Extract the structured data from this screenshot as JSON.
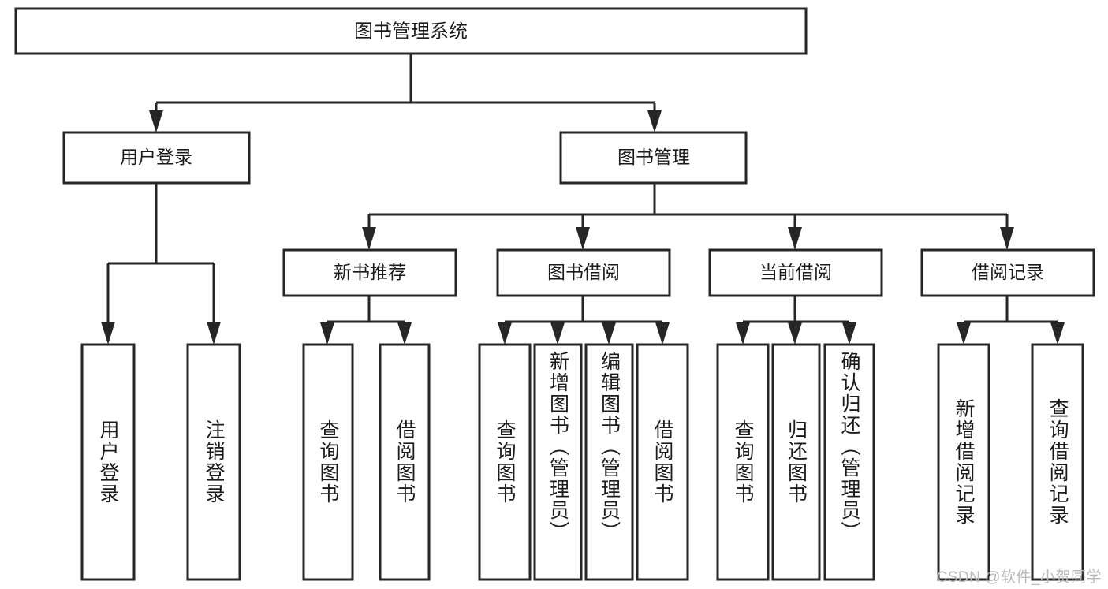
{
  "diagram": {
    "type": "tree",
    "title": "图书管理系统",
    "root": {
      "label": "图书管理系统",
      "children": [
        {
          "label": "用户登录",
          "children": [
            {
              "label": "用户登录"
            },
            {
              "label": "注销登录"
            }
          ]
        },
        {
          "label": "图书管理",
          "children": [
            {
              "label": "新书推荐",
              "children": [
                {
                  "label": "查询图书"
                },
                {
                  "label": "借阅图书"
                }
              ]
            },
            {
              "label": "图书借阅",
              "children": [
                {
                  "label": "查询图书"
                },
                {
                  "label": "新增图书（管理员）"
                },
                {
                  "label": "编辑图书（管理员）"
                },
                {
                  "label": "借阅图书"
                }
              ]
            },
            {
              "label": "当前借阅",
              "children": [
                {
                  "label": "查询图书"
                },
                {
                  "label": "归还图书"
                },
                {
                  "label": "确认归还（管理员）"
                }
              ]
            },
            {
              "label": "借阅记录",
              "children": [
                {
                  "label": "新增借阅记录"
                },
                {
                  "label": "查询借阅记录"
                }
              ]
            }
          ]
        }
      ]
    },
    "nodes": {
      "root": "图书管理系统",
      "user_login": "用户登录",
      "book_manage": "图书管理",
      "new_book_rec": "新书推荐",
      "book_borrow": "图书借阅",
      "current_borrow": "当前借阅",
      "borrow_record": "借阅记录",
      "leaf_user_login": "用户登录",
      "leaf_logout": "注销登录",
      "leaf_query_book_1": "查询图书",
      "leaf_borrow_book_1": "借阅图书",
      "leaf_query_book_2": "查询图书",
      "leaf_add_book": "新增图书（管理员）",
      "leaf_edit_book": "编辑图书（管理员）",
      "leaf_borrow_book_2": "借阅图书",
      "leaf_query_book_3": "查询图书",
      "leaf_return_book": "归还图书",
      "leaf_confirm_return": "确认归还（管理员）",
      "leaf_add_record": "新增借阅记录",
      "leaf_query_record": "查询借阅记录"
    },
    "colors": {
      "box_stroke": "#262626",
      "box_fill": "#ffffff",
      "text": "#1b1b1b",
      "connector": "#262626",
      "background": "#ffffff",
      "watermark": "#b9b9b9"
    }
  },
  "watermark": {
    "text": "CSDN @软件_小贺同学"
  }
}
